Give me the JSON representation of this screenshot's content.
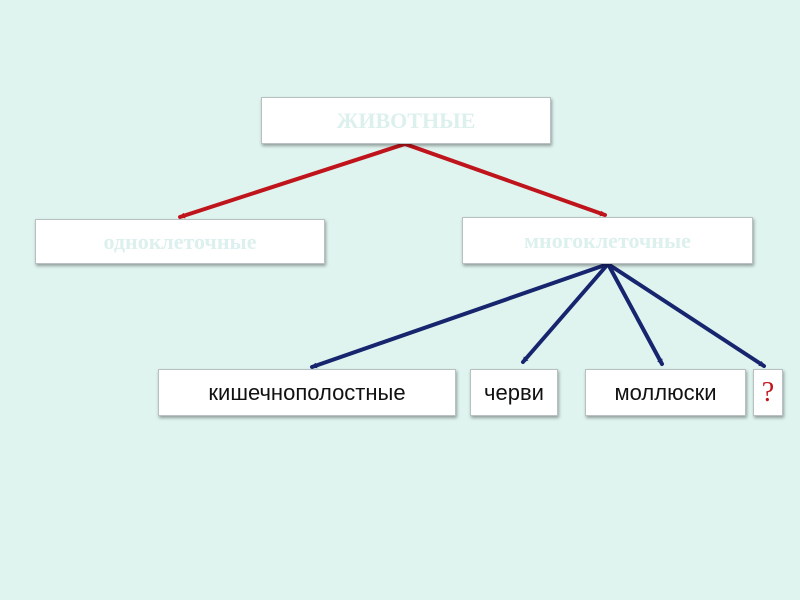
{
  "diagram": {
    "root": "ЖИВОТНЫЕ",
    "level1": [
      "одноклеточные",
      "многоклеточные"
    ],
    "level2": [
      "кишечнополостные",
      "черви",
      "моллюски",
      "?"
    ]
  },
  "colors": {
    "background": "#dff3ef",
    "upper_arrows": "#c0141c",
    "lower_arrows": "#17256e",
    "question_mark": "#c0141c"
  }
}
